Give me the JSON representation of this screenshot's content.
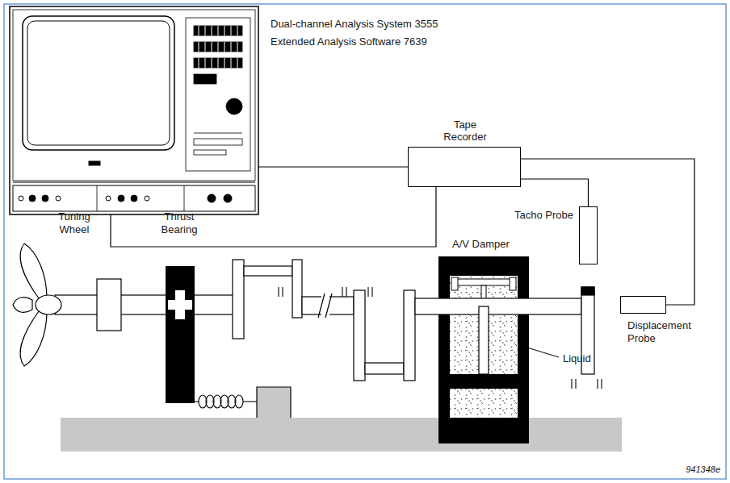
{
  "diagram": {
    "nodes": [
      {
        "text": [
          "Dual-channel Analysis System 3555",
          "Extended Analysis Software 7639"
        ]
      },
      {
        "text": [
          "Tape Recorder"
        ]
      },
      {
        "text": [
          "Tacho Probe"
        ]
      },
      {
        "text": [
          "Displacement Probe"
        ]
      }
    ],
    "edges": [
      {
        "from": 0,
        "to": 1,
        "arrow": "none"
      },
      {
        "from": 0,
        "to": 1,
        "arrow": "none"
      },
      {
        "from": 1,
        "to": 2,
        "arrow": "none"
      },
      {
        "from": 1,
        "to": 3,
        "arrow": "none"
      }
    ],
    "labels": [
      "Tuning Wheel",
      "Thrust Bearing",
      "A/V Damper",
      "Liquid",
      "941348e"
    ]
  }
}
